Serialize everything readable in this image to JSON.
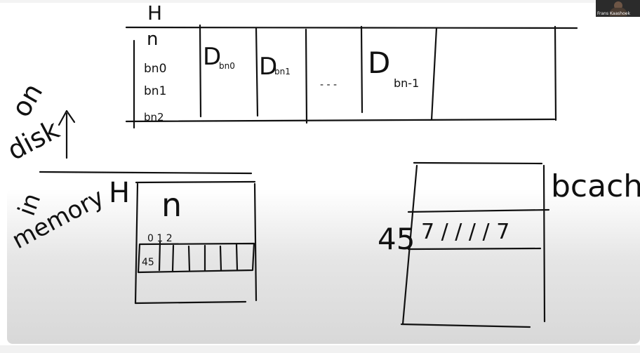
{
  "presenter": {
    "name": "Frans Kaashoek"
  },
  "disk": {
    "section_label_line1": "on",
    "section_label_line2": "disk",
    "header_label": "H",
    "header_block": [
      "n",
      "bn0",
      "bn1",
      "bn2"
    ],
    "data_blocks": [
      {
        "label": "D",
        "subscript": "bn0"
      },
      {
        "label": "D",
        "subscript": "bn1"
      },
      {
        "label": "D",
        "subscript": "bn-1"
      }
    ],
    "ellipsis": "- - -"
  },
  "memory": {
    "section_label_line1": "in",
    "section_label_line2": "memory",
    "header_label": "H",
    "count_label": "n",
    "indices": "0 1 2",
    "first_slot_value": "45"
  },
  "bcache": {
    "label": "bcache",
    "row_label": "45",
    "row_marks": "7 / / / / 7"
  }
}
